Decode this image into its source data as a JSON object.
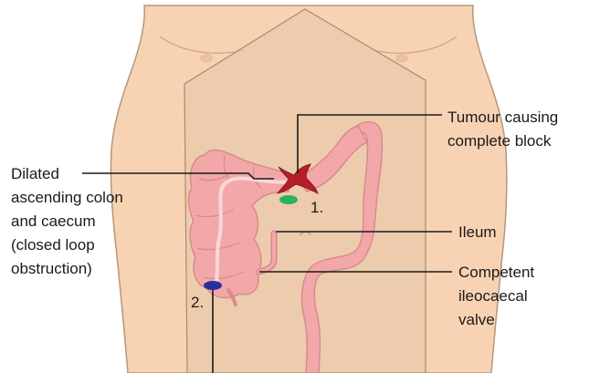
{
  "labels": {
    "tumour": [
      "Tumour causing",
      "complete block"
    ],
    "dilated": [
      "Dilated",
      "ascending colon",
      "and caecum",
      "(closed loop",
      "obstruction)"
    ],
    "ileum": [
      "Ileum"
    ],
    "valve": [
      "Competent",
      "ileocaecal",
      "valve"
    ],
    "marker1": "1.",
    "marker2": "2."
  },
  "colors": {
    "skin": "#f8d3b3",
    "skin_shadow": "#eec09b",
    "body_outline": "#b5967d",
    "abdomen_region": "#e4c2a1",
    "colon": "#f2a8a9",
    "colon_outline": "#d98a8b",
    "colon_highlight": "#fbd7d7",
    "tumour": "#b21f28",
    "marker1": "#27b45a",
    "marker2": "#24329a"
  }
}
